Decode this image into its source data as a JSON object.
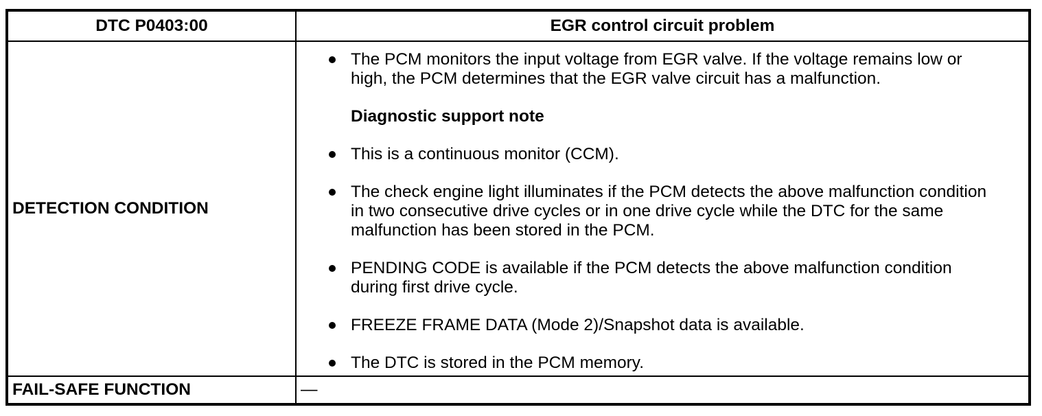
{
  "table": {
    "header": {
      "code": "DTC P0403:00",
      "title": "EGR control circuit problem"
    },
    "detection": {
      "label": "DETECTION CONDITION",
      "items": [
        {
          "type": "bullet",
          "text": "The PCM monitors the input voltage from EGR valve. If the voltage remains low or high, the PCM determines that the EGR valve circuit has a malfunction."
        },
        {
          "type": "heading",
          "text": "Diagnostic support note"
        },
        {
          "type": "bullet",
          "text": "This is a continuous monitor (CCM)."
        },
        {
          "type": "bullet",
          "text": "The check engine light illuminates if the PCM detects the above malfunction condition in two consecutive drive cycles or in one drive cycle while the DTC for the same malfunction has been stored in the PCM."
        },
        {
          "type": "bullet",
          "text": "PENDING CODE is available if the PCM detects the above malfunction condition during first drive cycle."
        },
        {
          "type": "bullet",
          "text": "FREEZE FRAME DATA (Mode 2)/Snapshot data is available."
        },
        {
          "type": "bullet",
          "text": "The DTC is stored in the PCM memory."
        }
      ]
    },
    "failsafe": {
      "label": "FAIL-SAFE FUNCTION",
      "value": "—"
    }
  },
  "colors": {
    "border": "#000000",
    "text": "#000000",
    "background": "#ffffff"
  }
}
